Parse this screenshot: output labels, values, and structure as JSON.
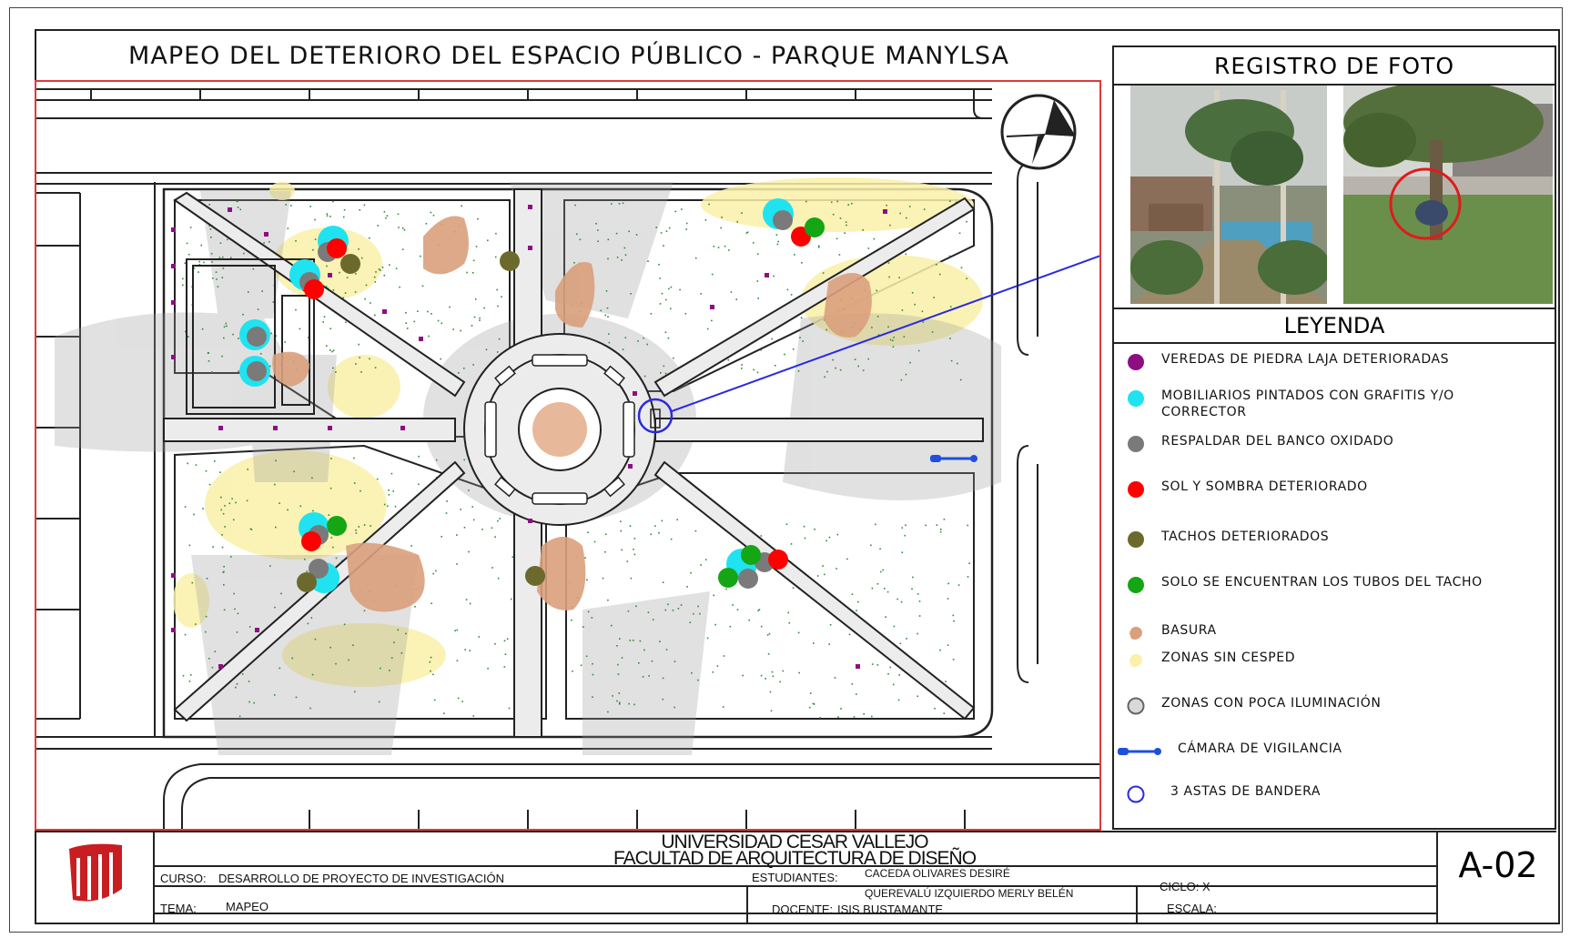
{
  "title": "MAPEO DEL DETERIORO DEL ESPACIO PÚBLICO - PARQUE MANYLSA",
  "photo_panel": {
    "title": "REGISTRO DE FOTO"
  },
  "legend": {
    "title": "LEYENDA",
    "items": [
      {
        "label": "VEREDAS DE PIEDRA LAJA DETERIORADAS",
        "symbol": "dot",
        "color": "#8e0e82"
      },
      {
        "label": "MOBILIARIOS PINTADOS CON GRAFITIS Y/O CORRECTOR",
        "symbol": "dot",
        "color": "#1fe3f0"
      },
      {
        "label": "RESPALDAR DEL BANCO OXIDADO",
        "symbol": "dot",
        "color": "#7a7a7a"
      },
      {
        "label": "SOL Y SOMBRA DETERIORADO",
        "symbol": "dot",
        "color": "#ff0000"
      },
      {
        "label": "TACHOS DETERIORADOS",
        "symbol": "dot",
        "color": "#6b6a2c"
      },
      {
        "label": "SOLO SE ENCUENTRAN LOS TUBOS DEL TACHO",
        "symbol": "dot",
        "color": "#14a614"
      },
      {
        "label": "BASURA",
        "symbol": "blob",
        "color": "#d9a07c"
      },
      {
        "label": "ZONAS SIN CESPED",
        "symbol": "blob",
        "color": "#faf0a8"
      },
      {
        "label": "ZONAS CON POCA ILUMINACIÓN",
        "symbol": "ring",
        "color": "#d8d8d8"
      },
      {
        "label": "CÁMARA DE VIGILANCIA",
        "symbol": "camera-icon",
        "color": "#1f4fe0"
      },
      {
        "label": "3 ASTAS DE BANDERA",
        "symbol": "circle-outline",
        "color": "#2a2ae0"
      }
    ]
  },
  "title_block": {
    "university": "UNIVERSIDAD CESAR VALLEJO",
    "faculty": "FACULTAD DE ARQUITECTURA DE DISEÑO",
    "course_label": "CURSO:",
    "course": "DESARROLLO DE PROYECTO DE INVESTIGACIÓN",
    "theme_label": "TEMA:",
    "theme": "MAPEO",
    "students_label": "ESTUDIANTES:",
    "student1": "CACEDA OLIVARES DESIRÉ",
    "student2": "QUEREVALÚ IZQUIERDO MERLY BELÉN",
    "teacher_label": "DOCENTE:",
    "teacher": "ISIS BUSTAMANTE",
    "cycle": "CICLO: X",
    "scale": "ESCALA:",
    "sheet_code": "A-02"
  },
  "colors": {
    "sidewalk": "#8e0e82",
    "graffiti": "#1fe3f0",
    "rust": "#7a7a7a",
    "shade": "#ff0000",
    "bins": "#6b6a2c",
    "tubes": "#14a614",
    "trash": "#d9a07c",
    "no_grass": "#faf0a8",
    "low_light": "#d8d8d8",
    "camera": "#1f4fe0",
    "flag": "#2a2ae0",
    "grass_dots": "#2f8a3a",
    "border_red": "#e03a3a"
  }
}
